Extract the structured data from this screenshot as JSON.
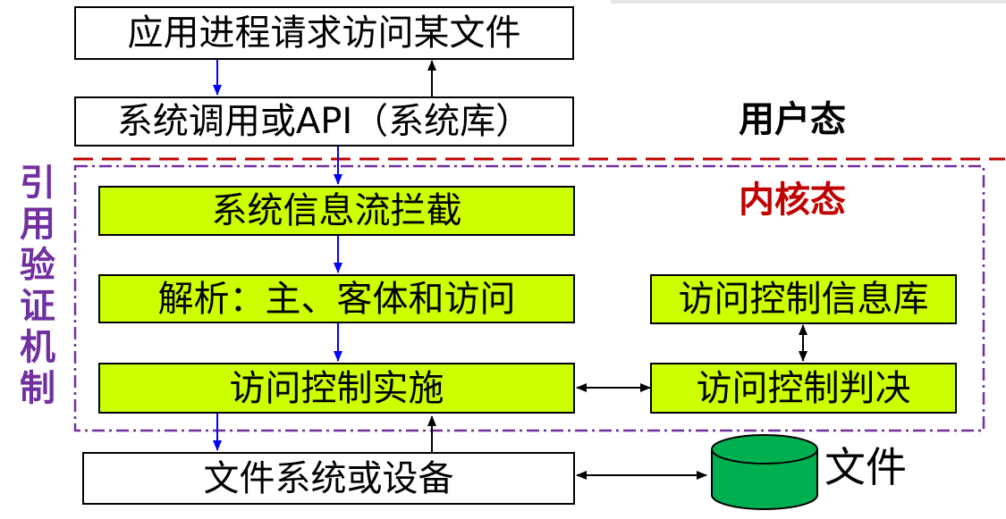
{
  "boxes": {
    "app_process": "应用进程请求访问某文件",
    "syscall_api": "系统调用或API（系统库）",
    "intercept": "系统信息流拦截",
    "parse": "解析：主、客体和访问",
    "enforce": "访问控制实施",
    "info_base": "访问控制信息库",
    "decision": "访问控制判决",
    "filesystem": "文件系统或设备"
  },
  "labels": {
    "user_mode": "用户态",
    "kernel_mode": "内核态",
    "reference_monitor": [
      "引",
      "用",
      "验",
      "证",
      "机",
      "制"
    ],
    "file": "文件"
  },
  "colors": {
    "box_highlight": "#ccff00",
    "arrow_down": "#0000ff",
    "arrow_other": "#000000",
    "divider": "#c00000",
    "kernel_label": "#c00000",
    "monitor_frame": "#7030a0",
    "cylinder": "#00b050"
  }
}
